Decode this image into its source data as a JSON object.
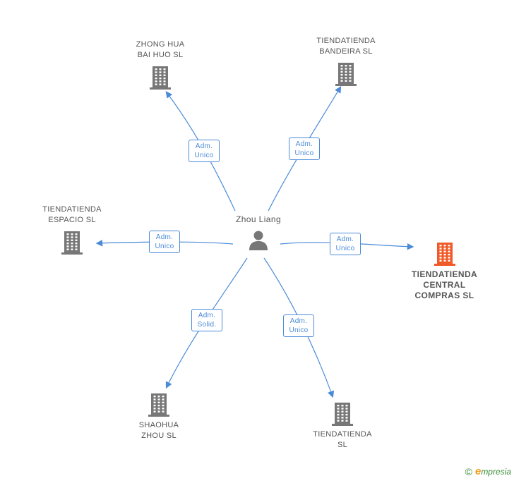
{
  "center": {
    "name": "Zhou Liang",
    "icon": "person-icon"
  },
  "companies": [
    {
      "id": "zhong-hua",
      "label": "ZHONG HUA\nBAI HUO SL",
      "icon": "building-icon",
      "highlight": false
    },
    {
      "id": "bandeira",
      "label": "TIENDATIENDA\nBANDEIRA  SL",
      "icon": "building-icon",
      "highlight": false
    },
    {
      "id": "espacio",
      "label": "TIENDATIENDA\nESPACIO  SL",
      "icon": "building-icon",
      "highlight": false
    },
    {
      "id": "central-compras",
      "label": "TIENDATIENDA\nCENTRAL\nCOMPRAS  SL",
      "icon": "building-icon",
      "highlight": true
    },
    {
      "id": "shaohua",
      "label": "SHAOHUA\nZHOU SL",
      "icon": "building-icon",
      "highlight": false
    },
    {
      "id": "tiendatienda",
      "label": "TIENDATIENDA\nSL",
      "icon": "building-icon",
      "highlight": false
    }
  ],
  "relations": [
    {
      "to": "zhong-hua",
      "line1": "Adm.",
      "line2": "Unico"
    },
    {
      "to": "bandeira",
      "line1": "Adm.",
      "line2": "Unico"
    },
    {
      "to": "espacio",
      "line1": "Adm.",
      "line2": "Unico"
    },
    {
      "to": "central-compras",
      "line1": "Adm.",
      "line2": "Unico"
    },
    {
      "to": "shaohua",
      "line1": "Adm.",
      "line2": "Solid."
    },
    {
      "to": "tiendatienda",
      "line1": "Adm.",
      "line2": "Unico"
    }
  ],
  "colors": {
    "edge": "#4a8ad8",
    "building": "#777777",
    "building_highlight": "#f05a28",
    "person": "#777777"
  },
  "footer": {
    "copyright": "©",
    "brand_initial": "e",
    "brand_rest": "mpresia"
  }
}
